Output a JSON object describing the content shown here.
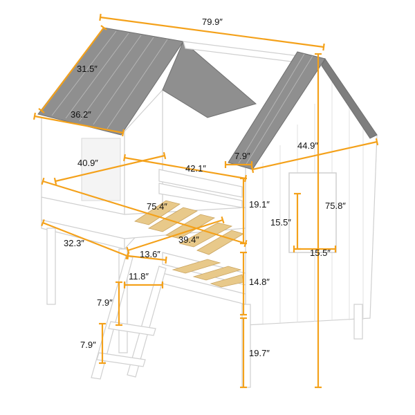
{
  "product": {
    "name": "House bed with roof and ladder (dimensioned)"
  },
  "dimensions": {
    "overall_length": "79.9″",
    "roof_slope": "31.5″",
    "roof_depth": "36.2″",
    "upper_frame_width": "40.9″",
    "inner_length": "42.1″",
    "gable_overhang": "7.9″",
    "gable_width": "44.9″",
    "guard_height": "19.1″",
    "overall_height": "75.8″",
    "bed_length": "75.4″",
    "window_height": "15.5″",
    "window_width": "15.5″",
    "side_depth": "32.3″",
    "mattress_width": "39.4″",
    "ladder_gap": "13.6″",
    "ladder_width": "11.8″",
    "ladder_top_step": "7.9″",
    "ladder_step": "7.9″",
    "side_rail_height": "14.8″",
    "leg_height": "19.7″"
  },
  "colors": {
    "dimension_lines": "#F4A11A",
    "roof": "#8f8f8f",
    "wood_slats": "#e8c98a",
    "frame": "#ffffff"
  }
}
